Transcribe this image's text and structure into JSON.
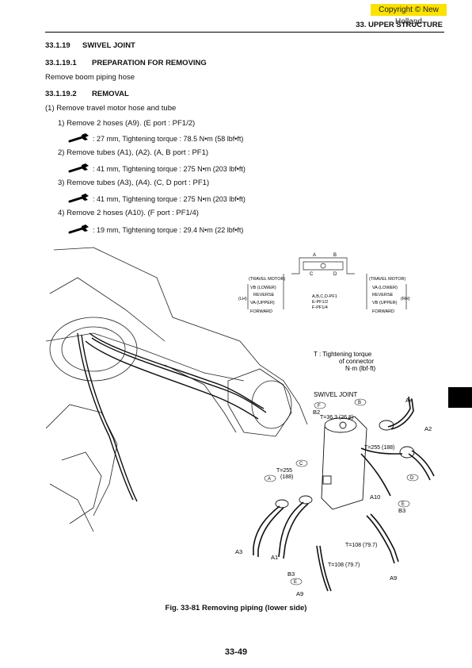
{
  "header": {
    "copyright": "Copyright © New Holland",
    "section": "33. UPPER STRUCTURE"
  },
  "content": {
    "h1": {
      "num": "33.1.19",
      "title": "SWIVEL JOINT"
    },
    "h2": {
      "num": "33.1.19.1",
      "title": "PREPARATION FOR REMOVING"
    },
    "prep_text": "Remove boom piping hose",
    "h3": {
      "num": "33.1.19.2",
      "title": "REMOVAL"
    },
    "step1": "(1)  Remove travel motor hose and tube",
    "substeps": [
      {
        "text": "1) Remove 2 hoses (A9). (E port : PF1/2)",
        "torque": ": 27 mm, Tightening torque :  78.5 N•m (58 lbf•ft)"
      },
      {
        "text": "2) Remove tubes (A1), (A2). (A, B port : PF1)",
        "torque": ": 41 mm, Tightening torque :  275 N•m (203 lbf•ft)"
      },
      {
        "text": "3) Remove tubes (A3), (A4). (C, D port : PF1)",
        "torque": ": 41 mm, Tightening torque :  275 N•m (203 lbf•ft)"
      },
      {
        "text": "4) Remove 2 hoses (A10). (F port : PF1/4)",
        "torque": ": 19 mm, Tightening torque :  29.4 N•m (22 lbf•ft)"
      }
    ]
  },
  "figure": {
    "schematic": {
      "port_top_a": "A",
      "port_top_b": "B",
      "port_c": "C",
      "port_d": "D",
      "left_travel_motor": "(TRAVEL MOTOR)",
      "left_vb": "VB (LOWER)",
      "left_reverse": "REVERSE",
      "left_va": "VA (UPPER)",
      "left_forward": "FORWARD",
      "left_side": "(LH)",
      "center_abcd": "A,B,C,D-PF1",
      "center_e": "E-PF1/2",
      "center_f": "F-PF1/4",
      "right_travel_motor": "(TRAVEL MOTOR)",
      "right_va": "VA (LOWER)",
      "right_reverse": "REVERSE",
      "right_vb": "VB (UPPER)",
      "right_forward": "FORWARD",
      "right_side": "(RH)"
    },
    "torque_note_1": "T : Tightening torque",
    "torque_note_2": "of connector",
    "torque_note_3": "N·m (lbf·ft)",
    "swivel_label": "SWIVEL JOINT",
    "labels": {
      "a4": "A4",
      "a2": "A2",
      "a3": "A3",
      "a1": "A1",
      "a10": "A10",
      "a9_right": "A9",
      "a9_bottom": "A9",
      "b2": "B2",
      "b3_right": "B3",
      "b3_bottom": "B3",
      "circ_b": "B",
      "circ_f": "F",
      "circ_c": "C",
      "circ_a": "A",
      "circ_d": "D",
      "circ_e_right": "E",
      "circ_e_bottom": "E",
      "t_b2": "T=36.3 (26.8)",
      "t_d": "T=255 (188)",
      "t_ca_1": "T=255",
      "t_ca_2": "(188)",
      "t_e_1": "T=108 (79.7)",
      "t_e_2": "T=108 (79.7)"
    }
  },
  "caption": "Fig. 33-81 Removing piping (lower side)",
  "page_number": "33-49"
}
